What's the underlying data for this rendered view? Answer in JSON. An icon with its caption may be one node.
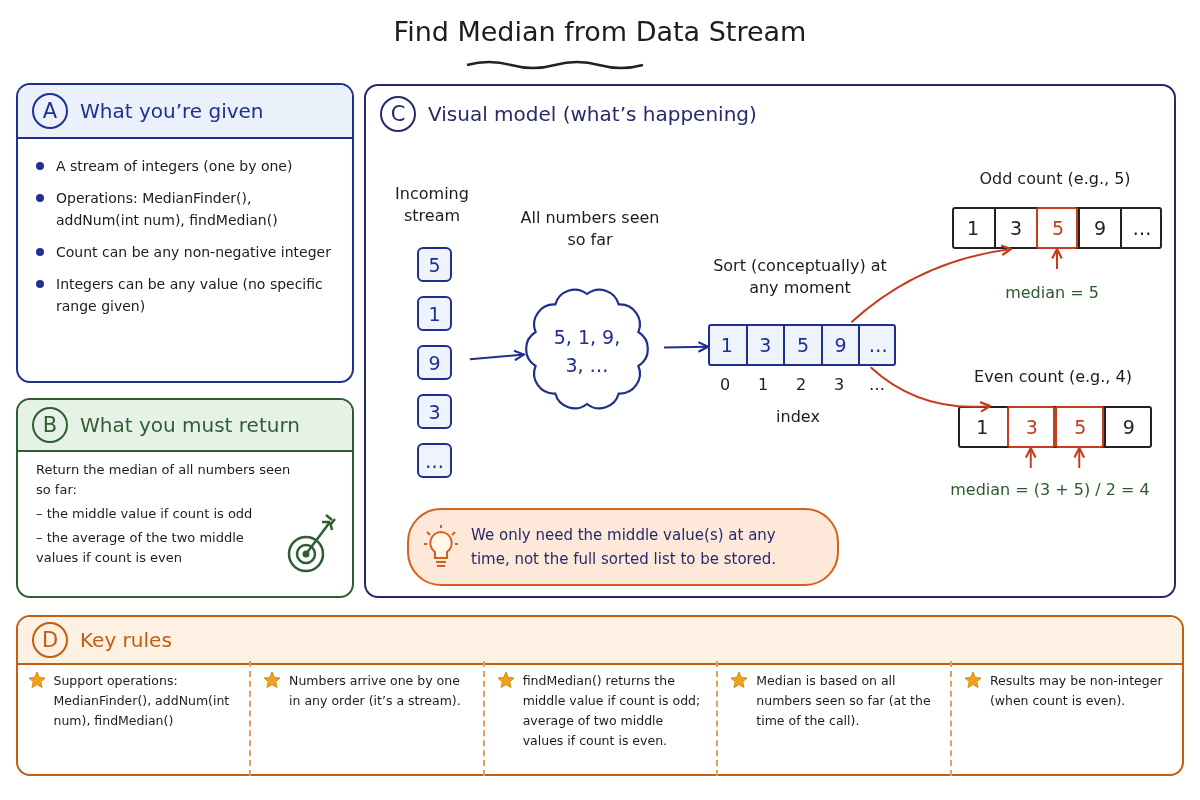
{
  "diagram": {
    "title": "Find Median from Data Stream",
    "nodes": [
      {
        "text": [
          "A",
          "What you’re given",
          "A stream of integers (one by one)",
          "Operations: MedianFinder(), addNum(int num), findMedian()",
          "Count can be any non-negative integer",
          "Integers can be any value (no specific range given)"
        ]
      },
      {
        "text": [
          "B",
          "What you must return",
          "Return the median of all numbers seen so far:",
          "– the middle value if count is odd",
          "– the average of the two middle values if count is even"
        ]
      },
      {
        "text": [
          "C",
          "Visual model (what’s happening)"
        ]
      },
      {
        "text": [
          "5"
        ],
        "in": 2
      },
      {
        "text": [
          "1"
        ],
        "in": 2
      },
      {
        "text": [
          "9"
        ],
        "in": 2
      },
      {
        "text": [
          "3"
        ],
        "in": 2
      },
      {
        "text": [
          "…"
        ],
        "in": 2
      },
      {
        "text": [
          "5, 1, 9, 3, …"
        ],
        "in": 2,
        "beside": [
          "All numbers seen so far"
        ]
      },
      {
        "text": [],
        "shape": "box",
        "in": 2,
        "beside": [
          "Sort (conceptually) at any moment"
        ]
      },
      {
        "text": [
          "1"
        ],
        "in": 9
      },
      {
        "text": [
          "3"
        ],
        "in": 9
      },
      {
        "text": [
          "5"
        ],
        "in": 9
      },
      {
        "text": [
          "9"
        ],
        "in": 9
      },
      {
        "text": [
          "…"
        ],
        "in": 9
      },
      {
        "text": [],
        "shape": "box",
        "in": 2,
        "beside": [
          "Odd count (e.g., 5)",
          "median = 5"
        ]
      },
      {
        "text": [
          "1"
        ],
        "in": 15
      },
      {
        "text": [
          "3"
        ],
        "in": 15
      },
      {
        "text": [
          "5"
        ],
        "in": 15
      },
      {
        "text": [
          "9"
        ],
        "in": 15
      },
      {
        "text": [
          "…"
        ],
        "in": 15
      },
      {
        "text": [],
        "shape": "box",
        "in": 2,
        "beside": [
          "Even count (e.g., 4)",
          "median = (3 + 5) / 2 = 4"
        ]
      },
      {
        "text": [
          "1"
        ],
        "in": 21
      },
      {
        "text": [
          "3"
        ],
        "in": 21
      },
      {
        "text": [
          "5"
        ],
        "in": 21
      },
      {
        "text": [
          "9"
        ],
        "in": 21
      },
      {
        "text": [
          "We only need the middle value(s) at any time, not the full sorted list to be stored."
        ],
        "in": 2
      },
      {
        "text": [
          "D",
          "Key rules"
        ]
      },
      {
        "text": [
          "Support operations: MedianFinder(), addNum(int num), findMedian()"
        ],
        "in": 27
      },
      {
        "text": [
          "Numbers arrive one by one in any order (it’s a stream)."
        ],
        "in": 27
      },
      {
        "text": [
          "findMedian() returns the middle value if count is odd; average of two middle values if count is even."
        ],
        "in": 27
      },
      {
        "text": [
          "Median is based on all numbers seen so far (at the time of the call)."
        ],
        "in": 27
      },
      {
        "text": [
          "Results may be non-integer (when count is even)."
        ],
        "in": 27
      }
    ],
    "edges": [
      {
        "from": 5,
        "to": 8,
        "arrow": "to",
        "color": "#1f2f8f"
      },
      {
        "from": 8,
        "to": 9,
        "arrow": "to",
        "color": "#1f2f8f"
      },
      {
        "from": 9,
        "to": 15,
        "arrow": "to",
        "color": "#c63c1e"
      },
      {
        "from": 9,
        "to": 21,
        "arrow": "to",
        "color": "#c63c1e"
      },
      {
        "from": null,
        "to": 18,
        "arrow": "to",
        "color": "#c63c1e"
      },
      {
        "from": null,
        "to": 23,
        "arrow": "to",
        "color": "#c63c1e"
      },
      {
        "from": null,
        "to": 24,
        "arrow": "to",
        "color": "#c63c1e"
      }
    ],
    "labels": [
      "Incoming stream",
      "0",
      "1",
      "2",
      "3",
      "…",
      "index"
    ]
  }
}
